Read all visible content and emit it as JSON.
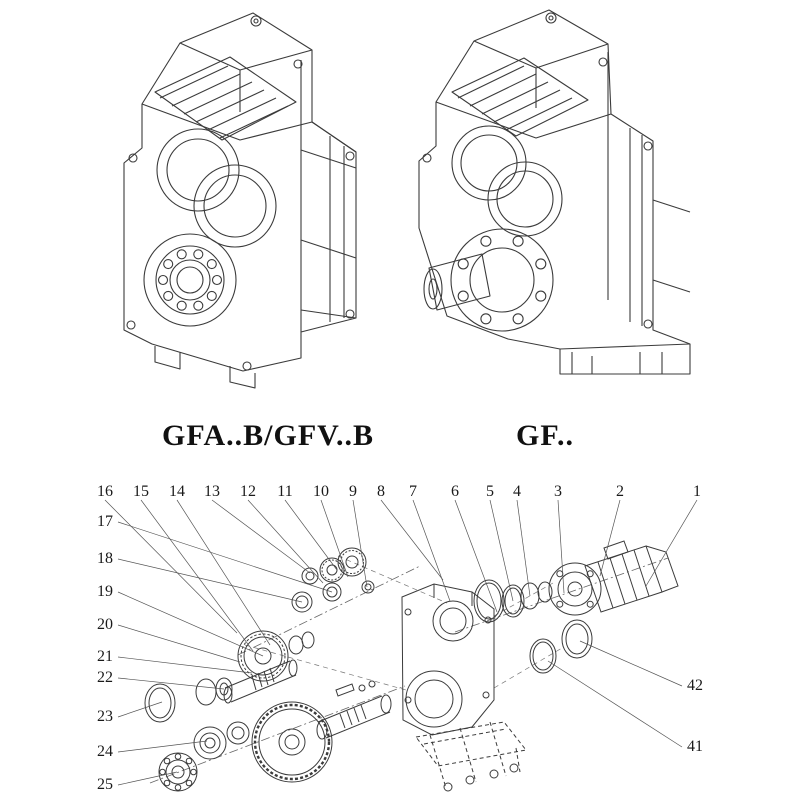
{
  "labels": {
    "left": "GFA..B/GFV..B",
    "right": "GF.."
  },
  "exploded": {
    "top_row": [
      "16",
      "15",
      "14",
      "13",
      "12",
      "11",
      "10",
      "9",
      "8",
      "7",
      "6",
      "5",
      "4",
      "3",
      "2",
      "1"
    ],
    "left_col": [
      "17",
      "18",
      "19",
      "20",
      "21",
      "22",
      "23",
      "24",
      "25"
    ],
    "right_col": [
      "42",
      "41"
    ]
  }
}
